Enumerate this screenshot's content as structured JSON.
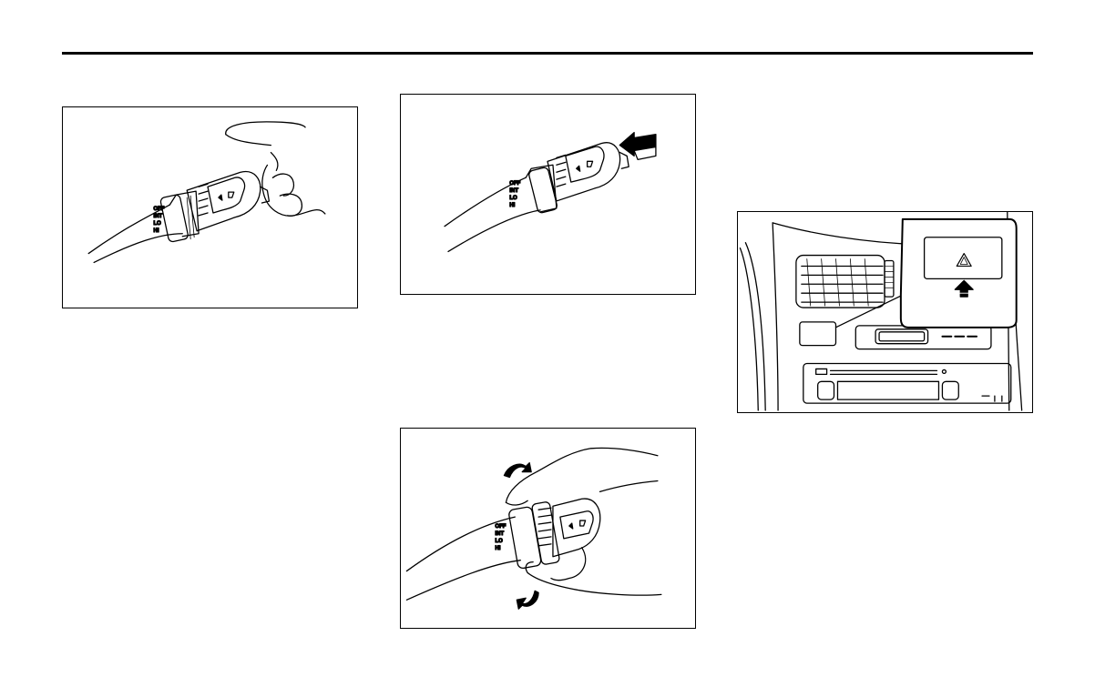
{
  "figures": [
    {
      "id": "fig1",
      "switch_labels": [
        "OFF",
        "INT",
        "LO",
        "HI"
      ]
    },
    {
      "id": "fig2",
      "switch_labels": [
        "OFF",
        "INT",
        "LO",
        "HI"
      ]
    },
    {
      "id": "fig3",
      "switch_labels": [
        "OFF",
        "INT",
        "LO",
        "HI"
      ]
    },
    {
      "id": "fig4",
      "switch_labels": []
    }
  ],
  "colors": {
    "ink": "#000000",
    "paper": "#ffffff"
  }
}
